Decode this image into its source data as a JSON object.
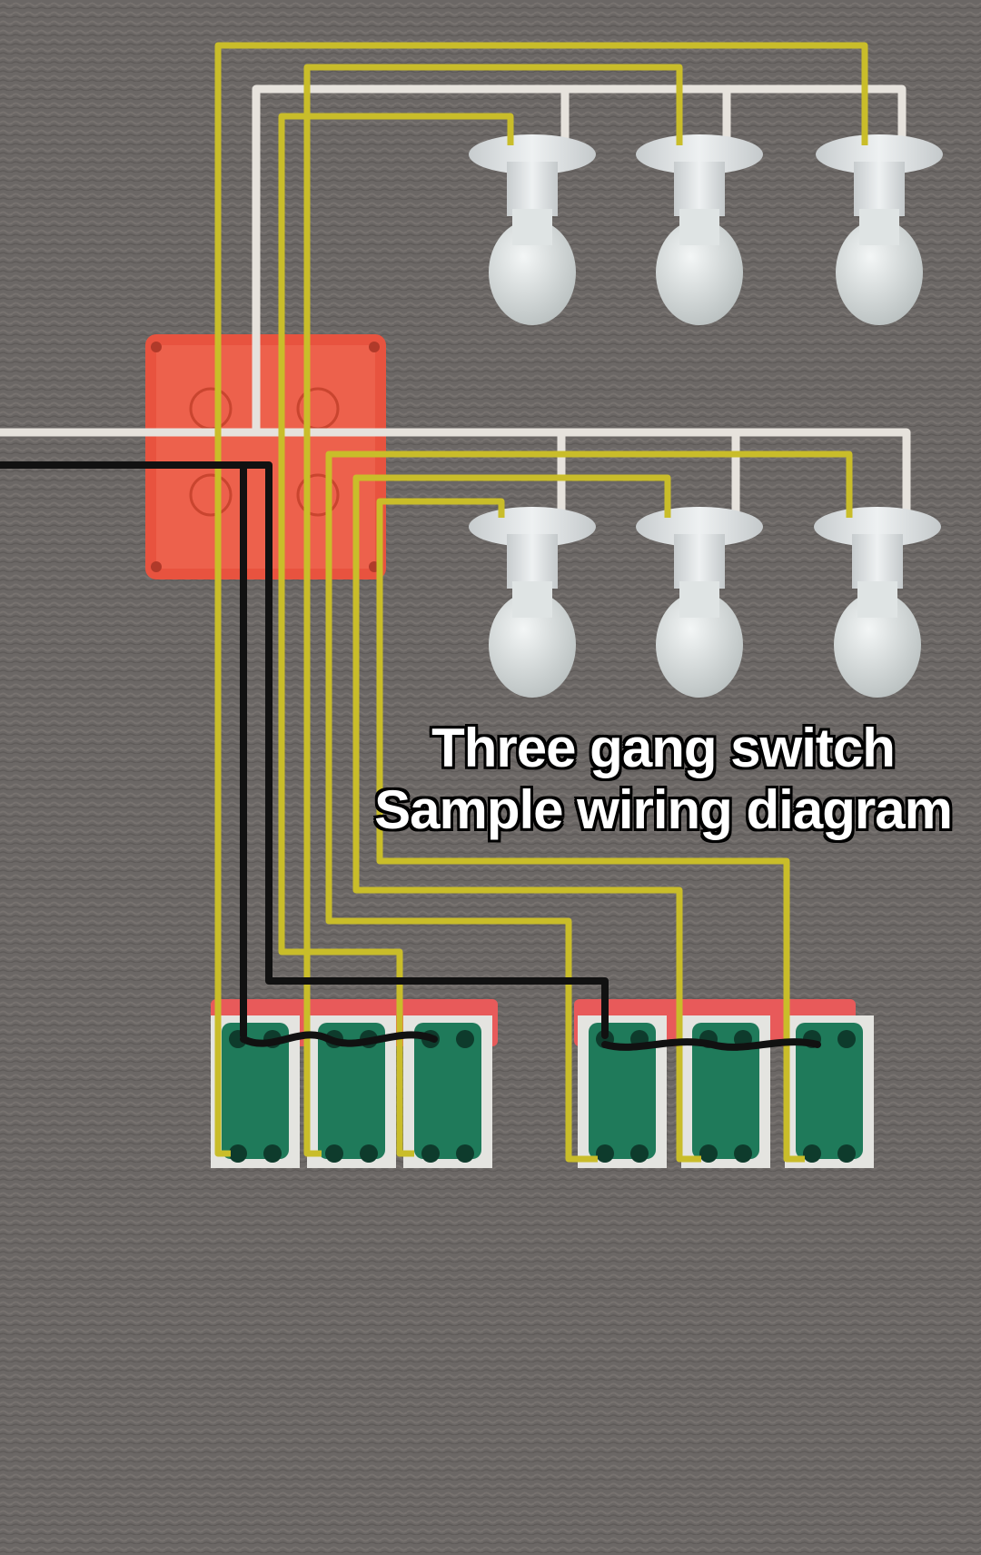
{
  "diagram": {
    "title_line1": "Three gang switch",
    "title_line2": "Sample wiring diagram",
    "components": {
      "bulbs": 6,
      "junction_box": 1,
      "switch_banks": 2,
      "switches_per_bank": 3
    },
    "colors": {
      "live_wire": "#111111",
      "neutral_wire": "#e6e2dc",
      "switched_wire": "#c9bd2a",
      "junction_box": "#e8533f",
      "switch_body": "#1f7a5a",
      "switch_plate": "#e4e4e0",
      "switch_backing": "#e85a5a",
      "bulb": "#dde2e2",
      "background": "#6b6765"
    }
  }
}
